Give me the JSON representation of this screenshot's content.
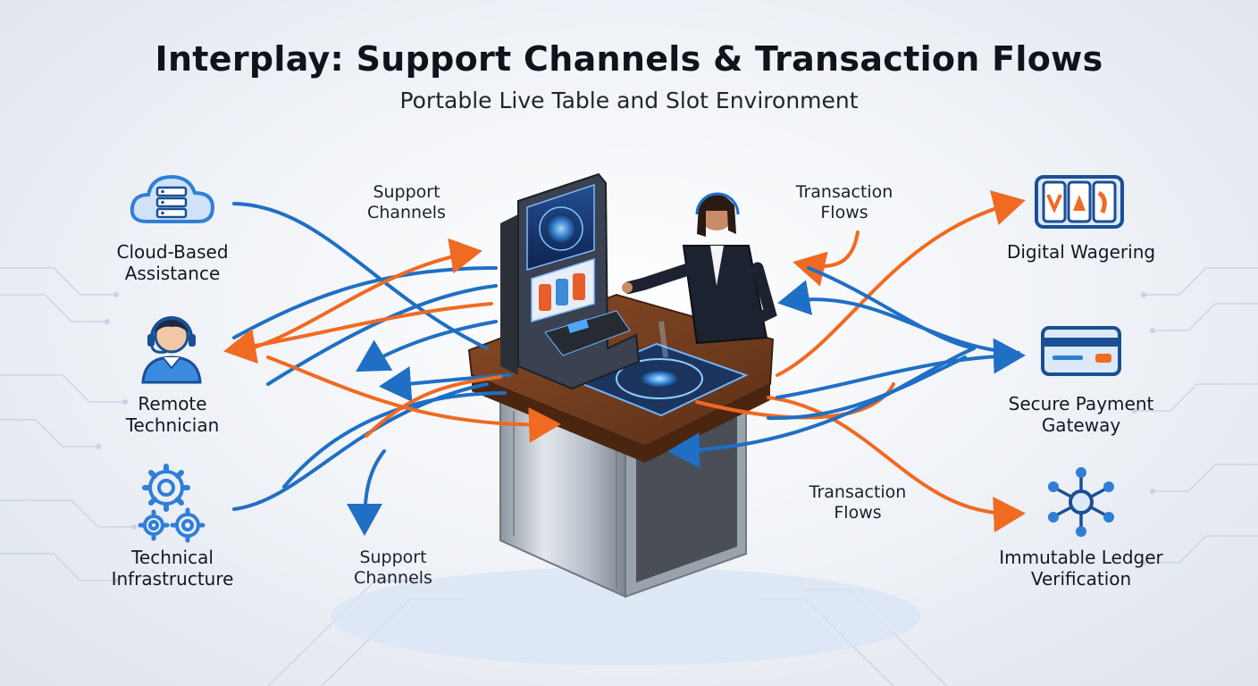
{
  "title": "Interplay: Support Channels & Transaction Flows",
  "subtitle": "Portable Live Table and Slot Environment",
  "left_nodes": [
    {
      "label": "Cloud-Based Assistance",
      "icon": "cloud-server-icon"
    },
    {
      "label": "Remote Technician",
      "icon": "headset-technician-icon"
    },
    {
      "label": "Technical Infrastructure",
      "icon": "gears-icon"
    }
  ],
  "right_nodes": [
    {
      "label": "Digital Wagering",
      "icon": "slot-reels-icon"
    },
    {
      "label": "Secure Payment Gateway",
      "icon": "credit-card-icon"
    },
    {
      "label": "Immutable Ledger Verification",
      "icon": "network-node-icon"
    }
  ],
  "flow_labels": {
    "support_top": "Support Channels",
    "support_bottom": "Support Channels",
    "transaction_top": "Transaction Flows",
    "transaction_bottom": "Transaction Flows"
  },
  "colors": {
    "support": "#1f6fc4",
    "transaction": "#f06a21",
    "icon_blue": "#2f7fd8",
    "wood": "#6b3a1f",
    "steel": "#aeb6c0",
    "screen": "#1b3f7a"
  }
}
